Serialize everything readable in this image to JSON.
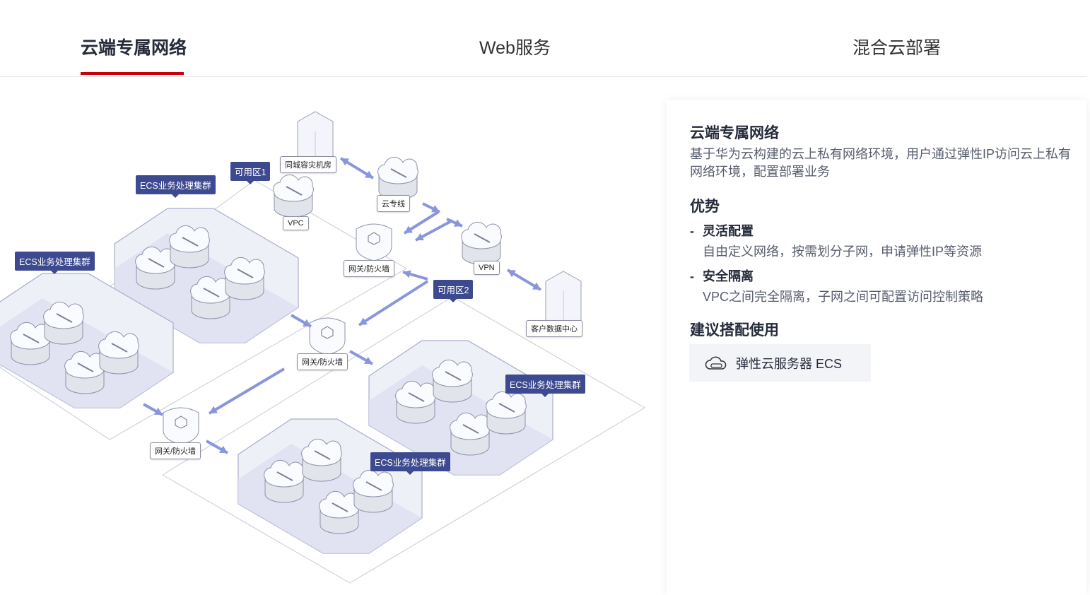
{
  "tabs": [
    {
      "label": "云端专属网络",
      "active": true
    },
    {
      "label": "Web服务"
    },
    {
      "label": "混合云部署"
    }
  ],
  "accent_color": "#c7000b",
  "diagram": {
    "zone1": "可用区1",
    "zone2": "可用区2",
    "cluster_label": "ECS业务处理集群",
    "dr_room": "同城容灾机房",
    "vpc": "VPC",
    "direct_connect": "云专线",
    "vpn": "VPN",
    "gateway": "网关/防火墙",
    "customer_dc": "客户数据中心"
  },
  "panel": {
    "title": "云端专属网络",
    "description": "基于华为云构建的云上私有网络环境，用户通过弹性IP访问云上私有网络环境，配置部署业务",
    "advantages_title": "优势",
    "advantages": [
      {
        "title": "灵活配置",
        "desc": "自由定义网络，按需划分子网，申请弹性IP等资源"
      },
      {
        "title": "安全隔离",
        "desc": "VPC之间完全隔离，子网之间可配置访问控制策略"
      }
    ],
    "recommend_title": "建议搭配使用",
    "recommend": [
      {
        "label": "弹性云服务器 ECS",
        "icon": "ecs-cloud-icon"
      }
    ]
  }
}
